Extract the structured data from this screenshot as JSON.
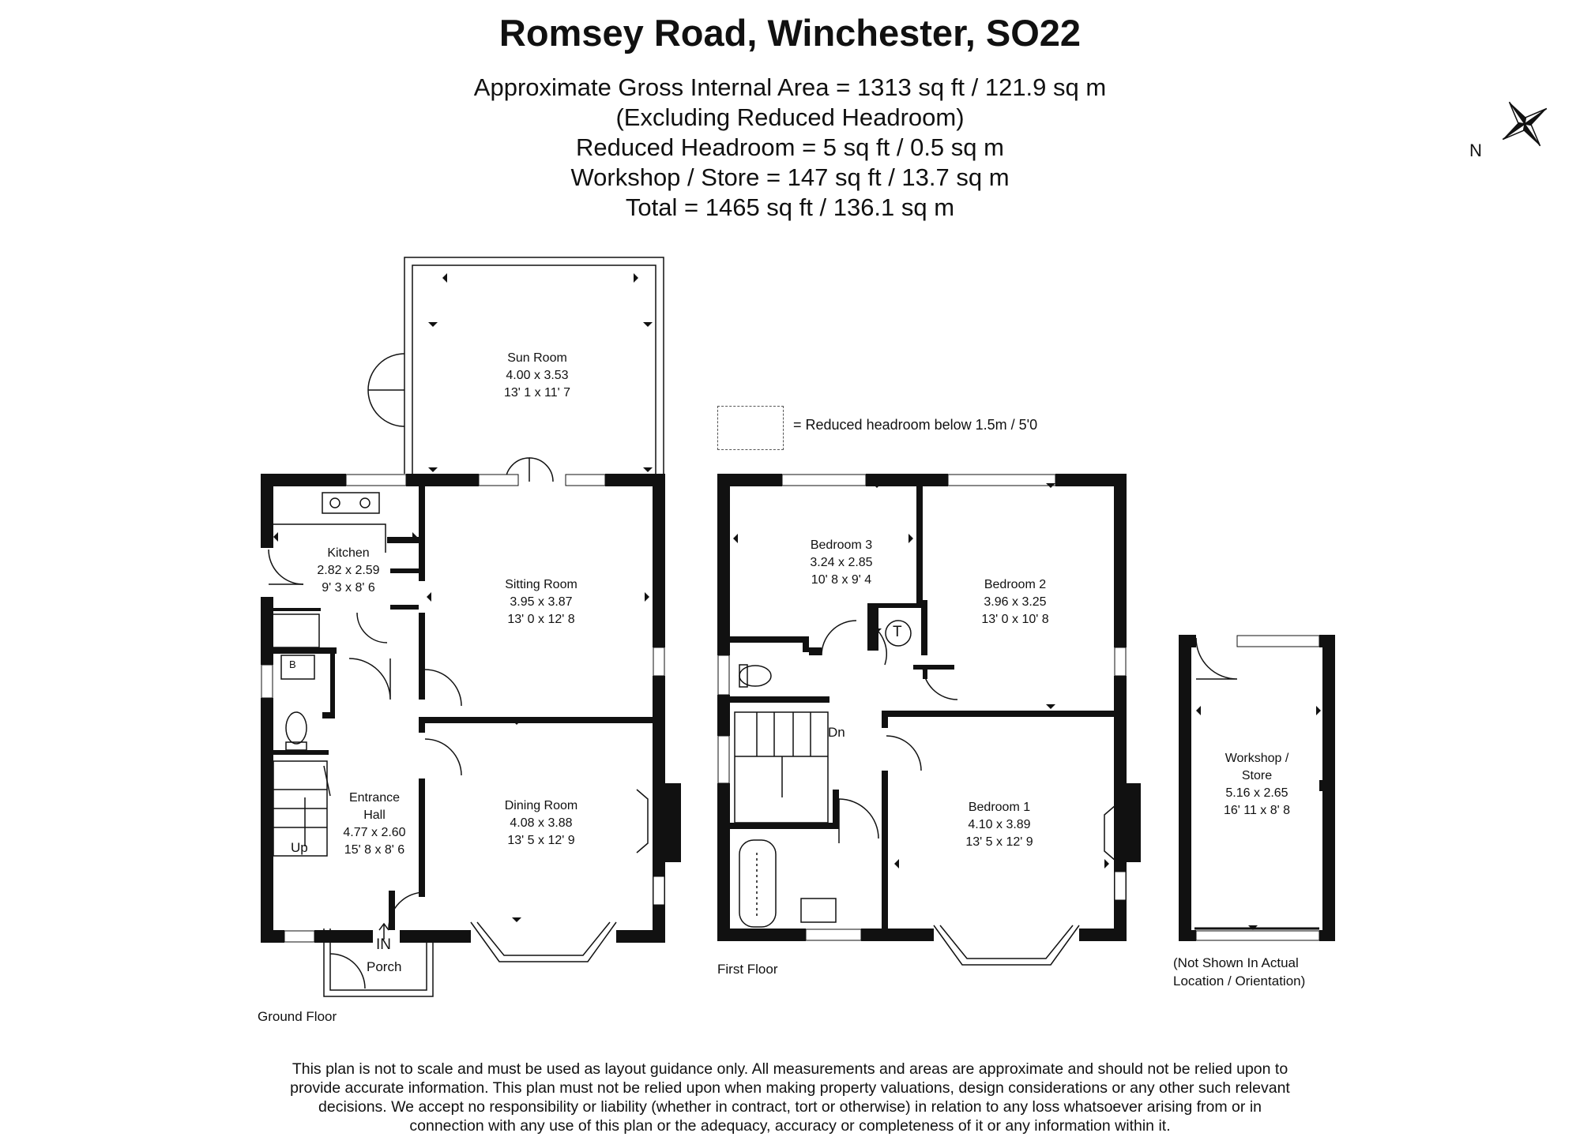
{
  "header": {
    "title": "Romsey Road, Winchester, SO22",
    "area_lines": [
      "Approximate Gross Internal Area = 1313 sq ft / 121.9 sq m",
      "(Excluding Reduced Headroom)",
      "Reduced Headroom = 5 sq ft / 0.5 sq m",
      "Workshop / Store = 147 sq ft / 13.7 sq m",
      "Total = 1465 sq ft / 136.1 sq m"
    ]
  },
  "compass": {
    "label": "N",
    "icon": "compass-rose-icon"
  },
  "legend": {
    "text": "= Reduced headroom below 1.5m / 5'0"
  },
  "ground_floor": {
    "label": "Ground Floor",
    "rooms": {
      "sun_room": {
        "name": "Sun Room",
        "metric": "4.00 x 3.53",
        "imperial": "13' 1 x 11' 7"
      },
      "kitchen": {
        "name": "Kitchen",
        "metric": "2.82 x 2.59",
        "imperial": "9' 3 x 8' 6"
      },
      "sitting_room": {
        "name": "Sitting Room",
        "metric": "3.95 x 3.87",
        "imperial": "13' 0 x 12' 8"
      },
      "dining_room": {
        "name": "Dining Room",
        "metric": "4.08 x 3.88",
        "imperial": "13' 5 x 12' 9"
      },
      "entrance_hall": {
        "name_line1": "Entrance",
        "name_line2": "Hall",
        "metric": "4.77 x 2.60",
        "imperial": "15' 8 x 8' 6"
      },
      "porch": {
        "name": "Porch"
      }
    },
    "markers": {
      "up": "Up",
      "entry": "IN",
      "boiler": "B"
    }
  },
  "first_floor": {
    "label": "First Floor",
    "rooms": {
      "bedroom3": {
        "name": "Bedroom 3",
        "metric": "3.24 x 2.85",
        "imperial": "10' 8 x 9' 4"
      },
      "bedroom2": {
        "name": "Bedroom 2",
        "metric": "3.96 x 3.25",
        "imperial": "13' 0 x 10' 8"
      },
      "bedroom1": {
        "name": "Bedroom 1",
        "metric": "4.10 x 3.89",
        "imperial": "13' 5 x 12' 9"
      }
    },
    "markers": {
      "down": "Dn",
      "tank": "T"
    }
  },
  "workshop": {
    "name_line1": "Workshop /",
    "name_line2": "Store",
    "metric": "5.16 x 2.65",
    "imperial": "16' 11 x 8' 8",
    "note_line1": "(Not Shown In Actual",
    "note_line2": "Location / Orientation)"
  },
  "disclaimer": {
    "lines": [
      "This plan is not to scale and must be used as layout guidance only. All measurements and areas are approximate and should not be relied upon to",
      "provide accurate information. This plan must not be relied upon when making property valuations, design considerations or any other such relevant",
      "decisions. We accept no responsibility or liability (whether in contract, tort or otherwise) in relation to any loss whatsoever arising from or in",
      "connection with any use of this plan or the adequacy, accuracy or completeness of it or any information within it."
    ]
  }
}
